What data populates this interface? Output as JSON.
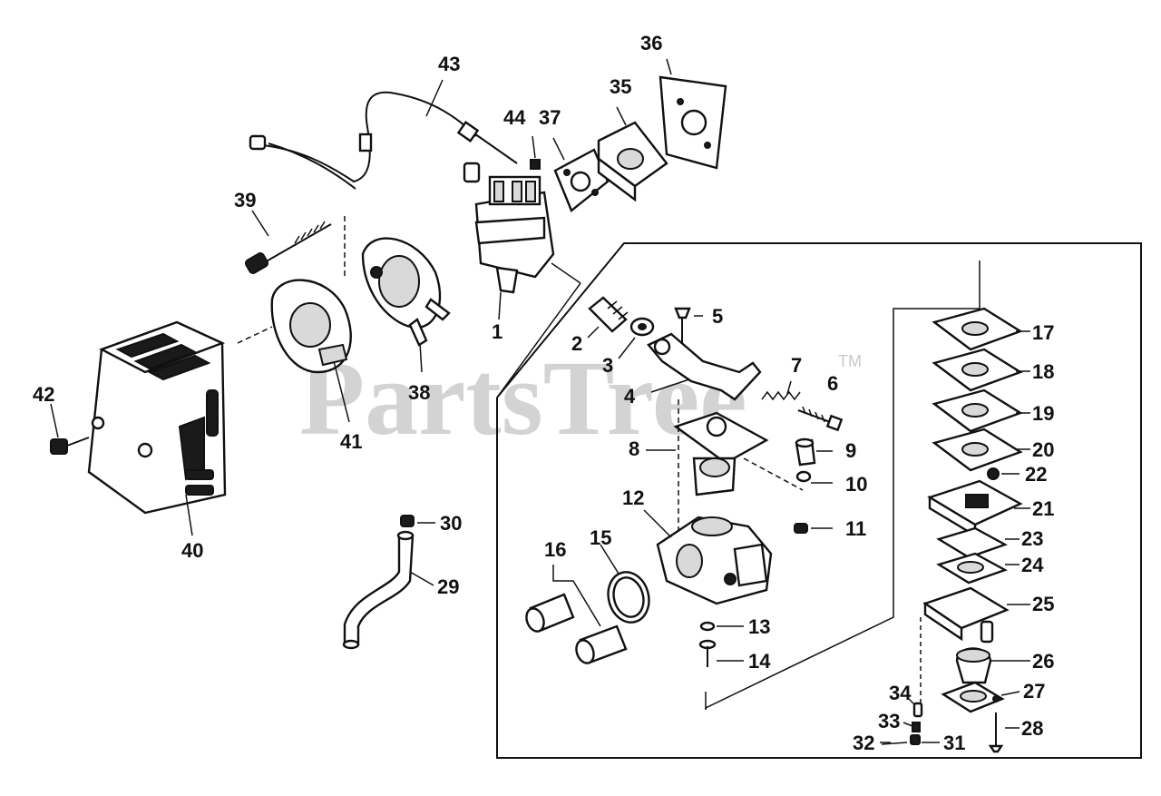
{
  "watermark": {
    "text": "PartsTree",
    "tm": "TM"
  },
  "callouts": [
    {
      "n": "1"
    },
    {
      "n": "2"
    },
    {
      "n": "3"
    },
    {
      "n": "4"
    },
    {
      "n": "5"
    },
    {
      "n": "6"
    },
    {
      "n": "7"
    },
    {
      "n": "8"
    },
    {
      "n": "9"
    },
    {
      "n": "10"
    },
    {
      "n": "11"
    },
    {
      "n": "12"
    },
    {
      "n": "13"
    },
    {
      "n": "14"
    },
    {
      "n": "15"
    },
    {
      "n": "16"
    },
    {
      "n": "17"
    },
    {
      "n": "18"
    },
    {
      "n": "19"
    },
    {
      "n": "20"
    },
    {
      "n": "21"
    },
    {
      "n": "22"
    },
    {
      "n": "23"
    },
    {
      "n": "24"
    },
    {
      "n": "25"
    },
    {
      "n": "26"
    },
    {
      "n": "27"
    },
    {
      "n": "28"
    },
    {
      "n": "29"
    },
    {
      "n": "30"
    },
    {
      "n": "31"
    },
    {
      "n": "32"
    },
    {
      "n": "33"
    },
    {
      "n": "34"
    },
    {
      "n": "35"
    },
    {
      "n": "36"
    },
    {
      "n": "37"
    },
    {
      "n": "38"
    },
    {
      "n": "39"
    },
    {
      "n": "40"
    },
    {
      "n": "41"
    },
    {
      "n": "42"
    },
    {
      "n": "43"
    },
    {
      "n": "44"
    }
  ]
}
